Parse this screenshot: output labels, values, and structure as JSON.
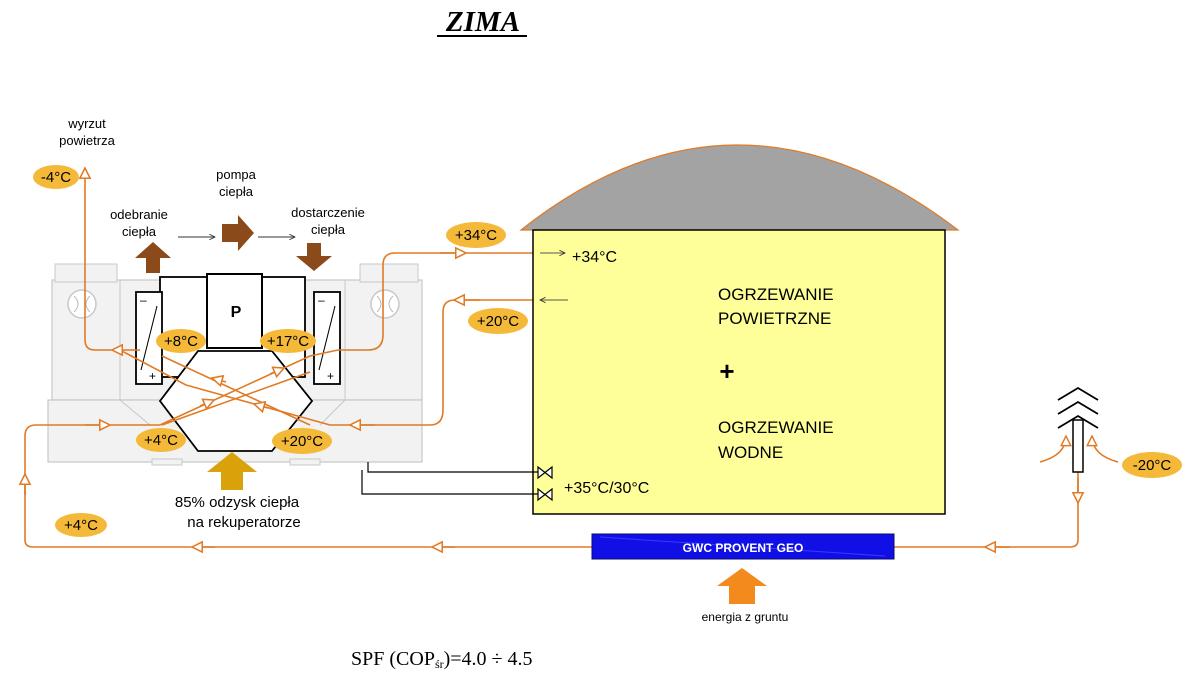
{
  "title": "ZIMA",
  "labels": {
    "exhaust_line1": "wyrzut",
    "exhaust_line2": "powietrza",
    "extracted_line1": "odebranie",
    "extracted_line2": "ciepła",
    "pump_line1": "pompa",
    "pump_line2": "ciepła",
    "delivered_line1": "dostarczenie",
    "delivered_line2": "ciepła",
    "pump_box": "P",
    "recovery_line1": "85% odzysk ciepła",
    "recovery_line2": "na rekuperatorze",
    "ground_energy": "energia z gruntu",
    "gwc": "GWC PROVENT GEO",
    "heating_air_line1": "OGRZEWANIE",
    "heating_air_line2": "POWIETRZNE",
    "plus": "+",
    "heating_water_line1": "OGRZEWANIE",
    "heating_water_line2": "WODNE",
    "spf_prefix": "SPF (COP",
    "spf_sub": "śr",
    "spf_suffix": ")=4.0 ÷ 4.5"
  },
  "temperatures": {
    "exhaust": "-4°C",
    "after_condenser_in": "+8°C",
    "after_pump": "+17°C",
    "supply_badge": "+34°C",
    "supply_room": "+34°C",
    "return_badge": "+20°C",
    "outdoor_in_hx": "+4°C",
    "return_in_hx": "+20°C",
    "water": "+35°C/30°C",
    "ground_loop": "+4°C",
    "outdoor": "-20°C"
  },
  "colors": {
    "orange_pipe": "#e07a24",
    "badge_fill": "#f5b93a",
    "brown_arrow": "#8b4a1a",
    "gold_arrow": "#d9a20a",
    "orange_arrow": "#f28a1e",
    "building_fill": "#ffff99",
    "roof_fill": "#a3a3a3",
    "gwc_fill": "#1010e6",
    "unit_fill": "#f2f2f2"
  }
}
